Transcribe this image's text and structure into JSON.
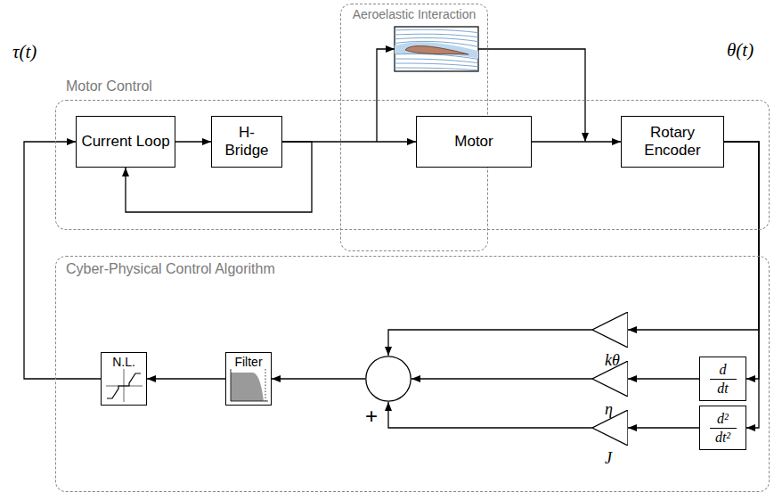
{
  "diagram": {
    "nodes": [
      {
        "text": [
          "Motor Control"
        ]
      },
      {
        "text": [
          "Aeroelastic Interaction"
        ]
      },
      {
        "text": [
          "Current Loop"
        ],
        "in": 0
      },
      {
        "text": [
          "H- Bridge"
        ],
        "in": 0
      },
      {
        "text": [
          "Motor"
        ],
        "in": 1
      },
      {
        "text": [
          "Rotary Encoder"
        ],
        "in": 0
      },
      {
        "text": [
          "Cyber-Physical Control Algorithm"
        ]
      },
      {
        "text": [
          "kθ"
        ],
        "in": 6
      },
      {
        "text": [
          "η"
        ],
        "in": 6
      },
      {
        "text": [
          "J"
        ],
        "in": 6
      },
      {
        "text": [
          "d",
          "dt"
        ],
        "in": 6
      },
      {
        "text": [
          "d²",
          "dt²"
        ],
        "in": 6
      },
      {
        "text": [
          "+"
        ],
        "in": 6
      },
      {
        "text": [
          "Filter"
        ],
        "in": 6
      },
      {
        "text": [
          "N.L."
        ],
        "in": 6
      }
    ],
    "edges": [
      {
        "from": 14,
        "to": 2,
        "arrow": "to"
      },
      {
        "from": 2,
        "to": 3,
        "arrow": "to"
      },
      {
        "from": 3,
        "to": 2,
        "arrow": "to"
      },
      {
        "from": 3,
        "to": 4,
        "arrow": "to"
      },
      {
        "from": 4,
        "to": 5,
        "arrow": "to"
      },
      {
        "from": 5,
        "to": 7,
        "arrow": "to"
      },
      {
        "from": 5,
        "to": 10,
        "arrow": "to"
      },
      {
        "from": 5,
        "to": 11,
        "arrow": "to"
      },
      {
        "from": 10,
        "to": 8,
        "arrow": "to"
      },
      {
        "from": 11,
        "to": 9,
        "arrow": "to"
      },
      {
        "from": 7,
        "to": 12,
        "arrow": "to"
      },
      {
        "from": 8,
        "to": 12,
        "arrow": "to"
      },
      {
        "from": 9,
        "to": 12,
        "arrow": "to"
      },
      {
        "from": 12,
        "to": 13,
        "arrow": "to"
      },
      {
        "from": 13,
        "to": 14,
        "arrow": "to"
      }
    ],
    "labels": [
      "τ(t)",
      "θ(t)"
    ]
  }
}
